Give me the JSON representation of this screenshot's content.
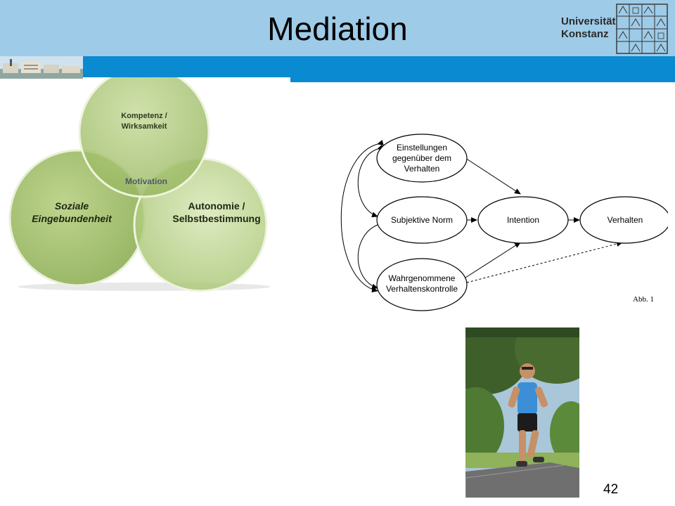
{
  "slide": {
    "title": "Mediation",
    "number": "42"
  },
  "university": {
    "line1": "Universität",
    "line2": "Konstanz"
  },
  "venn": {
    "top": [
      "Kompetenz /",
      "Wirksamkeit"
    ],
    "left": [
      "Soziale",
      "Eingebundenheit"
    ],
    "right": [
      "Autonomie /",
      "Selbstbestimmung"
    ],
    "center": "Motivation"
  },
  "path_diagram": {
    "nodes": {
      "einstellungen": [
        "Einstellungen",
        "gegenüber dem",
        "Verhalten"
      ],
      "norm": [
        "Subjektive Norm"
      ],
      "kontrolle": [
        "Wahrgenommene",
        "Verhaltenskontrolle"
      ],
      "intention": [
        "Intention"
      ],
      "verhalten": [
        "Verhalten"
      ]
    },
    "caption": "Abb. 1"
  },
  "colors": {
    "header": "#9ecbe8",
    "blue_bar": "#0a8ad1",
    "venn_green": "#a9c66d"
  }
}
